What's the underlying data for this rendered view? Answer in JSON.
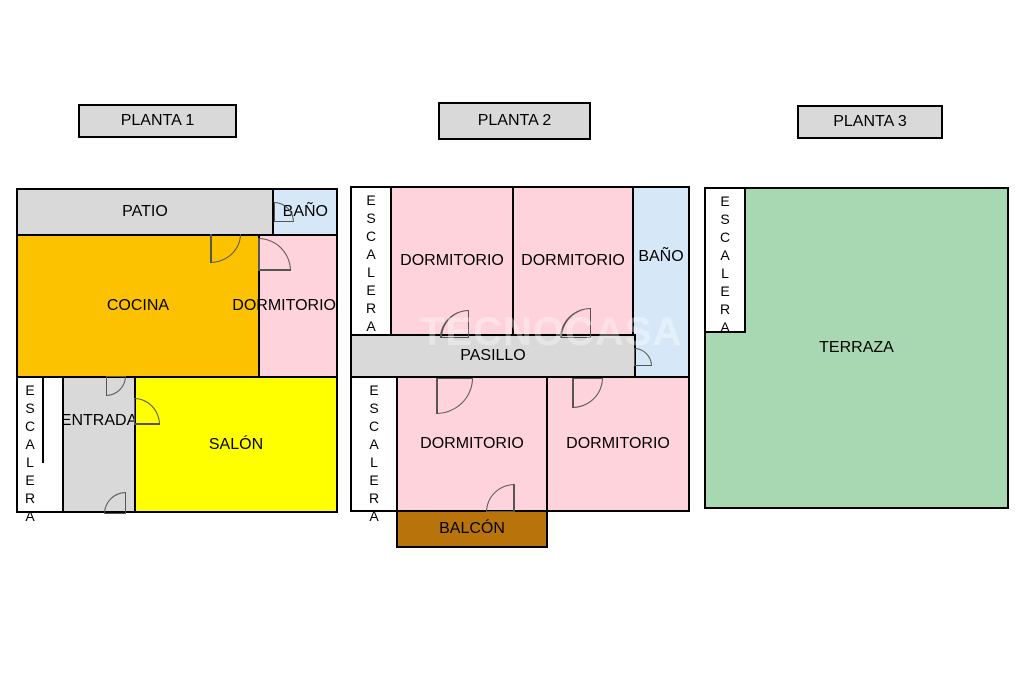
{
  "plans": {
    "planta1": {
      "title": "PLANTA 1",
      "rooms": {
        "patio": "PATIO",
        "bano": "BAÑO",
        "cocina": "COCINA",
        "dormitorio": "DORMITORIO",
        "escalera": "ESCALERA",
        "entrada": "ENTRADA",
        "salon": "SALÓN"
      }
    },
    "planta2": {
      "title": "PLANTA 2",
      "rooms": {
        "escalera_top": "ESCALERA",
        "dormitorio_1": "DORMITORIO",
        "dormitorio_2": "DORMITORIO",
        "bano": "BAÑO",
        "pasillo": "PASILLO",
        "escalera_bottom": "ESCALERA",
        "dormitorio_3": "DORMITORIO",
        "dormitorio_4": "DORMITORIO",
        "balcon": "BALCÓN"
      }
    },
    "planta3": {
      "title": "PLANTA 3",
      "rooms": {
        "escalera": "ESCALERA",
        "terraza": "TERRAZA"
      }
    }
  },
  "watermark": "TECNOCASA",
  "colors": {
    "patio": "#d9d9d9",
    "bano": "#d6e8f8",
    "cocina": "#fcc200",
    "dormitorio": "#ffd3dc",
    "salon": "#ffff00",
    "entrada": "#d9d9d9",
    "pasillo": "#d9d9d9",
    "balcon": "#b8740b",
    "terraza": "#a8d8b1",
    "escalera": "#ffffff"
  }
}
